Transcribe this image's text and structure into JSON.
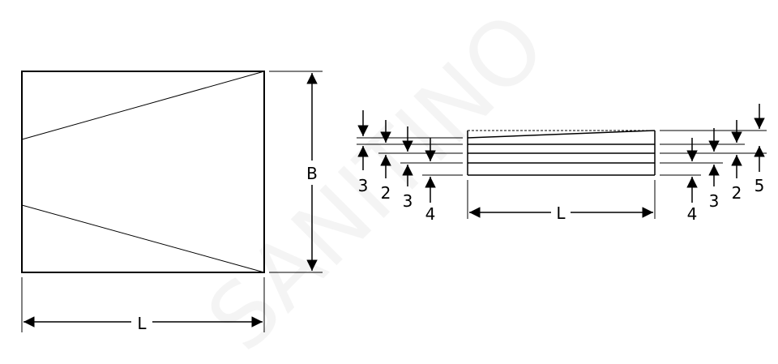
{
  "watermark": "SANITINO",
  "plan_view": {
    "length_label": "L",
    "width_label": "B"
  },
  "side_view": {
    "length_label": "L",
    "left_labels": [
      "3",
      "2",
      "3",
      "4"
    ],
    "right_labels": [
      "4",
      "3",
      "2",
      "5"
    ]
  }
}
